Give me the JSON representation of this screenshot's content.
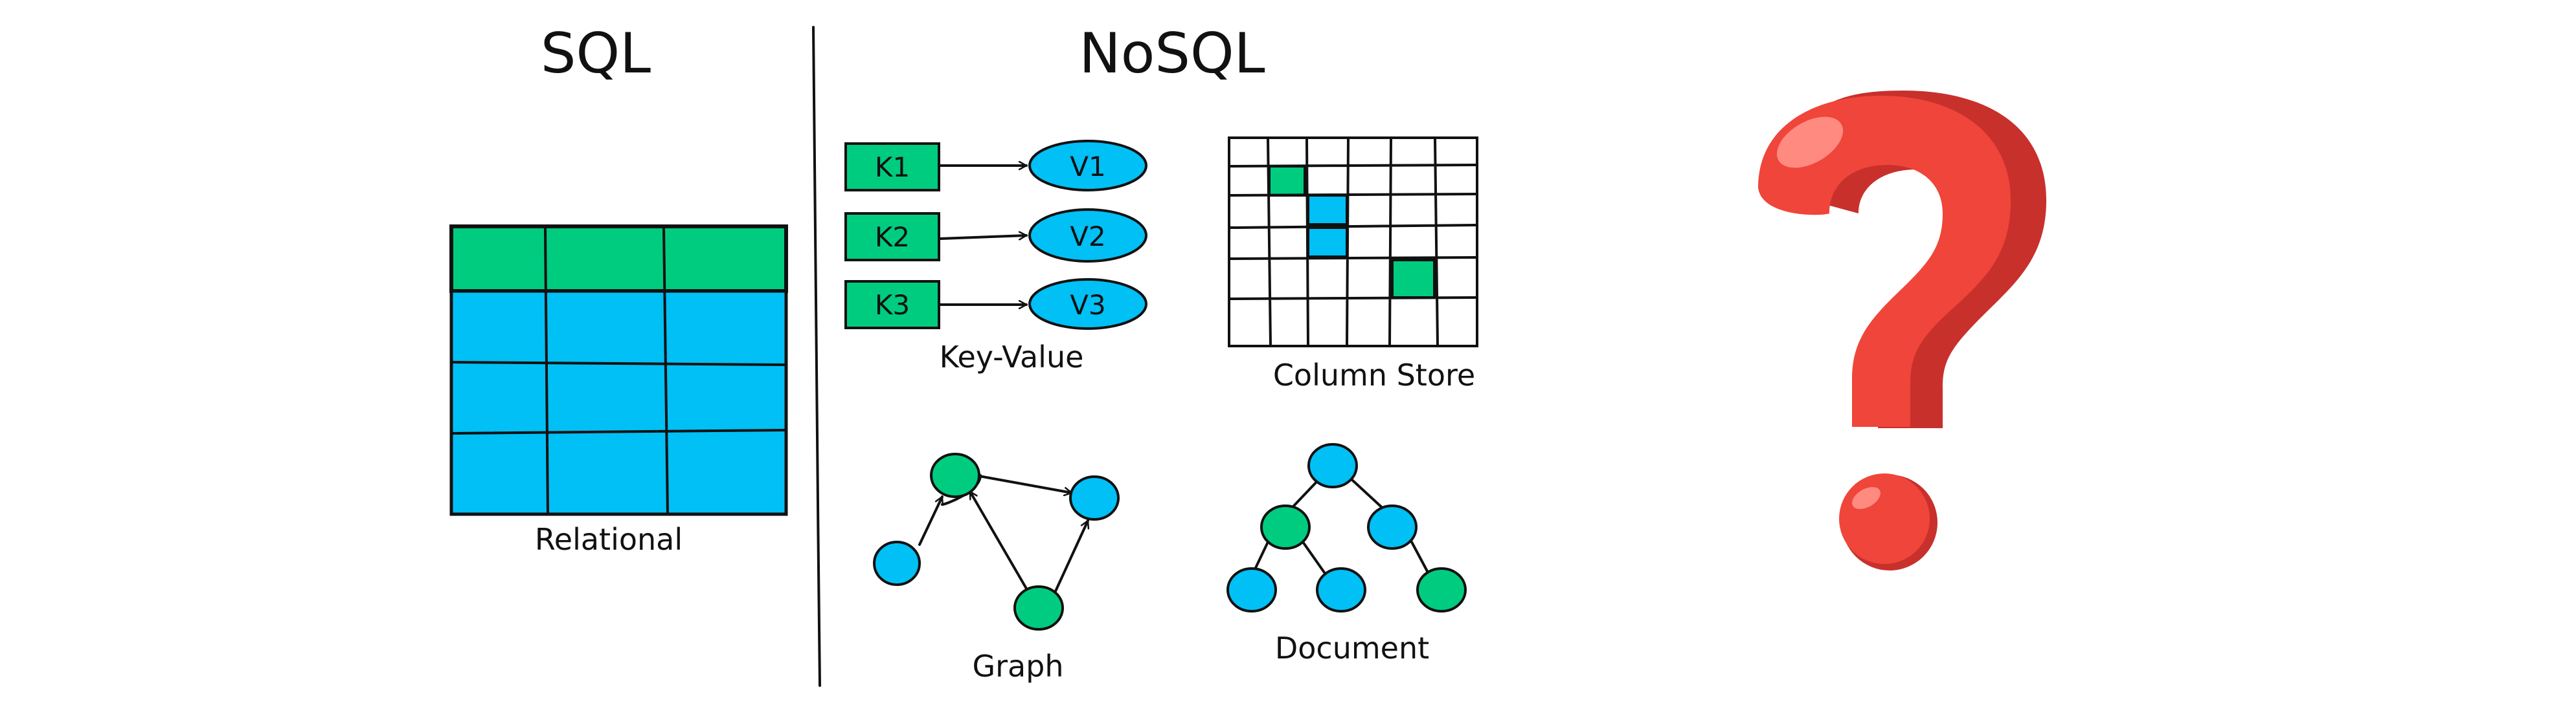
{
  "headings": {
    "sql": "SQL",
    "nosql": "NoSQL"
  },
  "sql": {
    "caption": "Relational"
  },
  "key_value": {
    "caption": "Key-Value",
    "pairs": [
      {
        "key": "K1",
        "value": "V1"
      },
      {
        "key": "K2",
        "value": "V2"
      },
      {
        "key": "K3",
        "value": "V3"
      }
    ]
  },
  "column_store": {
    "caption": "Column Store"
  },
  "graph": {
    "caption": "Graph"
  },
  "document": {
    "caption": "Document"
  },
  "colors": {
    "green": "#00cc80",
    "blue": "#00c0f5",
    "question_red": "#f0453a",
    "question_dark": "#c8302c",
    "question_highlight": "#ff8a80"
  },
  "icons": {
    "question": "question-mark-icon"
  }
}
